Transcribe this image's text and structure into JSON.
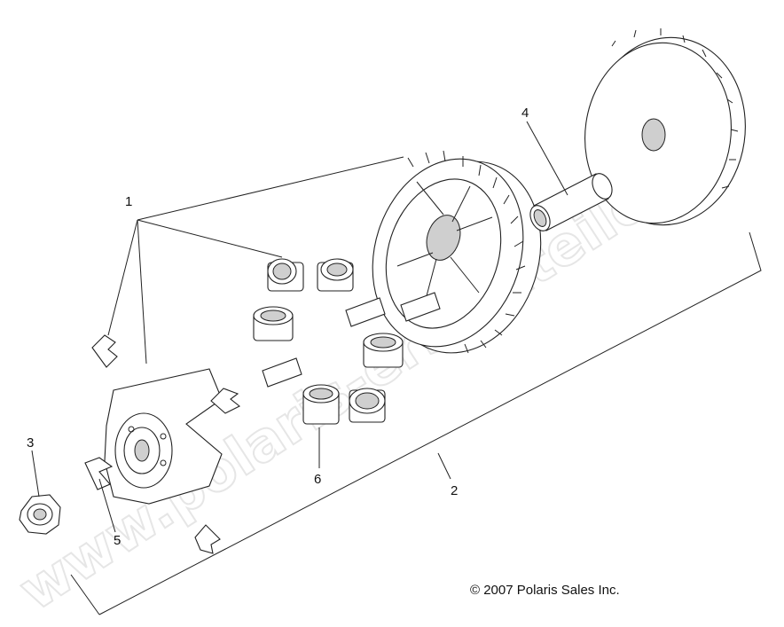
{
  "watermark": "www.polaris-ersatzteile.de",
  "copyright": "© 2007 Polaris Sales Inc.",
  "callouts": [
    "1",
    "2",
    "3",
    "4",
    "5",
    "6"
  ]
}
